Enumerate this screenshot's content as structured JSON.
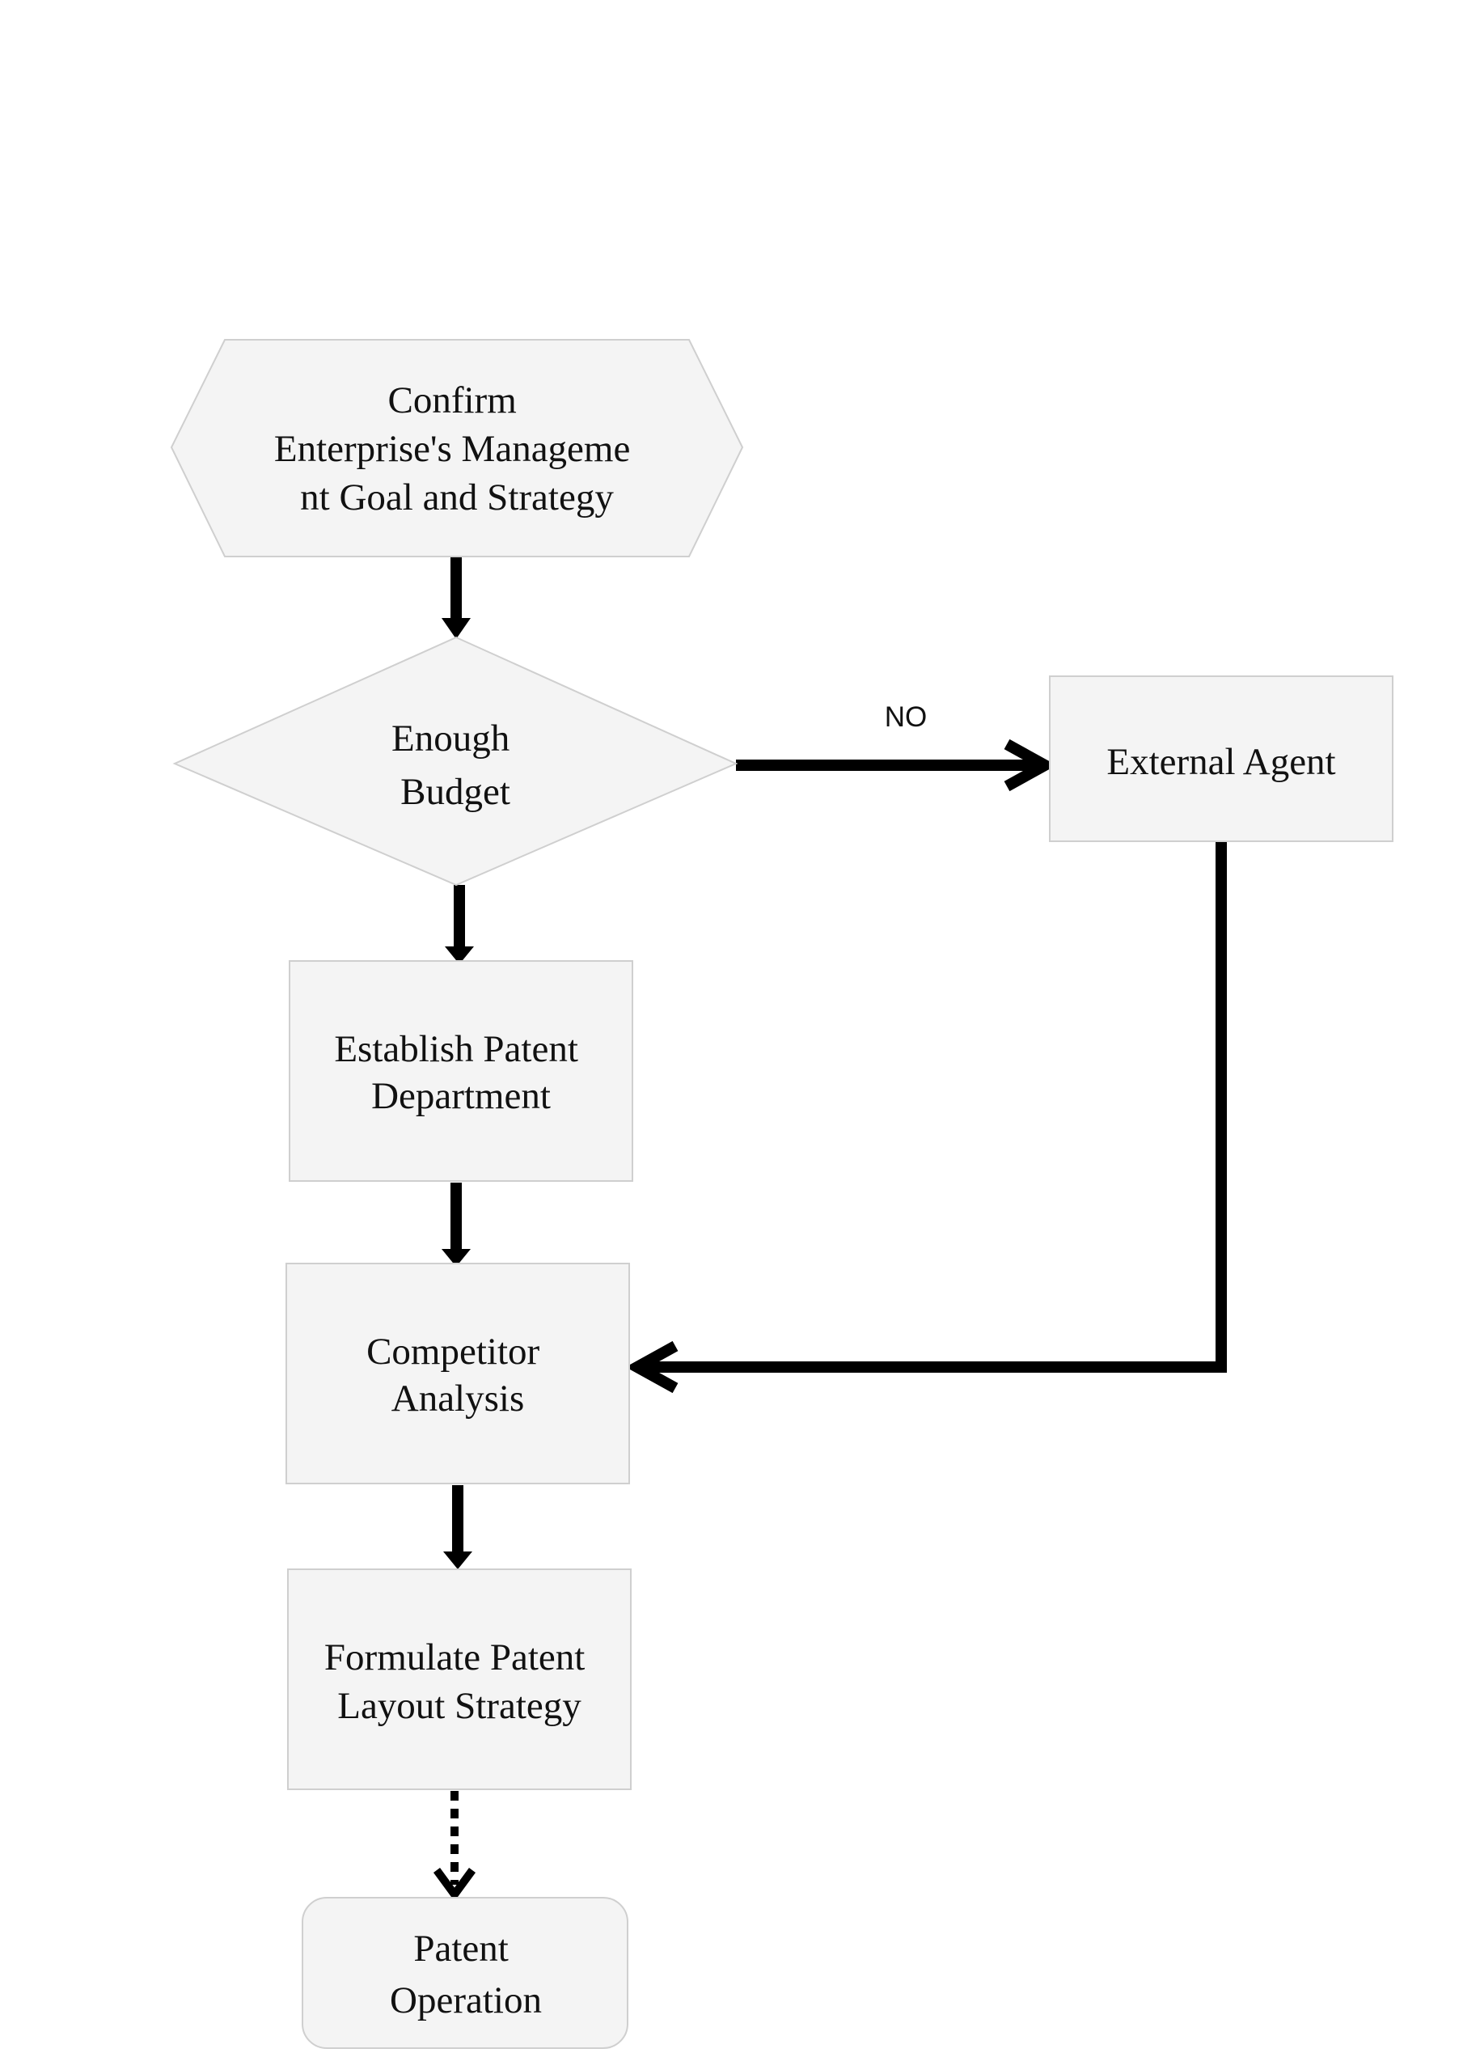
{
  "nodes": {
    "start": {
      "shape": "hexagon",
      "lines": [
        "Confirm",
        "Enterprise's Manageme",
        "nt Goal and Strategy"
      ]
    },
    "decision": {
      "shape": "diamond",
      "lines": [
        "Enough",
        "Budget"
      ]
    },
    "external": {
      "shape": "rectangle",
      "lines": [
        "External Agent"
      ]
    },
    "establish": {
      "shape": "rectangle",
      "lines": [
        "Establish Patent",
        "Department"
      ]
    },
    "competitor": {
      "shape": "rectangle",
      "lines": [
        "Competitor",
        "Analysis"
      ]
    },
    "formulate": {
      "shape": "rectangle",
      "lines": [
        "Formulate Patent",
        "Layout Strategy"
      ]
    },
    "operation": {
      "shape": "rounded-rectangle",
      "lines": [
        "Patent",
        "Operation"
      ]
    }
  },
  "edges": {
    "start_to_decision": {
      "from": "start",
      "to": "decision",
      "style": "solid"
    },
    "decision_to_external": {
      "from": "decision",
      "to": "external",
      "style": "solid",
      "label": "NO"
    },
    "decision_to_establish": {
      "from": "decision",
      "to": "establish",
      "style": "solid"
    },
    "establish_to_competitor": {
      "from": "establish",
      "to": "competitor",
      "style": "solid"
    },
    "external_to_competitor": {
      "from": "external",
      "to": "competitor",
      "style": "solid"
    },
    "competitor_to_formulate": {
      "from": "competitor",
      "to": "formulate",
      "style": "solid"
    },
    "formulate_to_operation": {
      "from": "formulate",
      "to": "operation",
      "style": "dotted"
    }
  },
  "colors": {
    "node_fill": "#f4f4f4",
    "node_border": "#cfcfcf",
    "edge": "#000000",
    "text": "#111111"
  }
}
